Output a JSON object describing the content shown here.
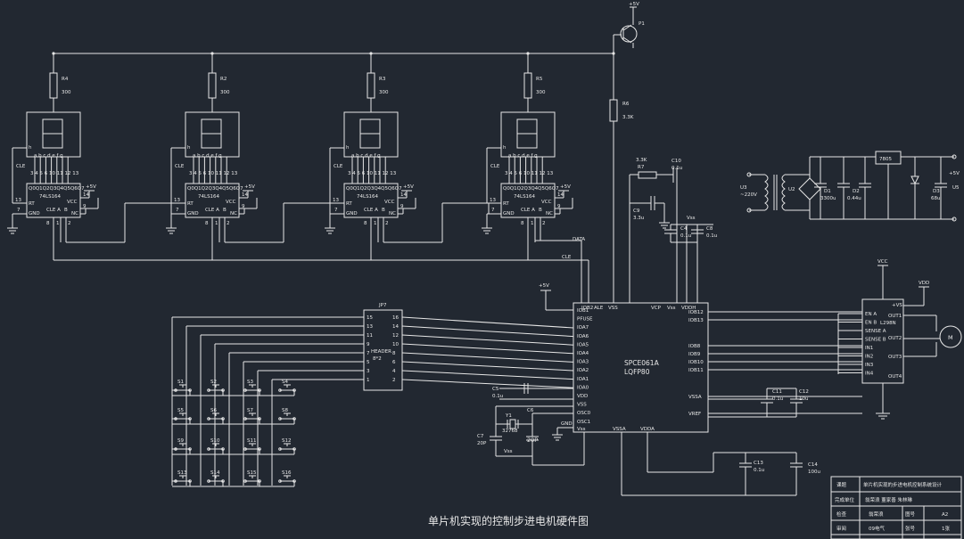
{
  "caption": "单片机实现的控制步进电机硬件图",
  "power": {
    "vcc5": "+5V",
    "vcc": "VCC",
    "vdd": "VDD",
    "gnd": "GND"
  },
  "transistor": "P1",
  "displays": [
    {
      "resistor": "R4",
      "value": "300",
      "chip": "74LS164"
    },
    {
      "resistor": "R2",
      "value": "300",
      "chip": "74LS164"
    },
    {
      "resistor": "R3",
      "value": "300",
      "chip": "74LS164"
    },
    {
      "resistor": "R5",
      "value": "300",
      "chip": "74LS164"
    }
  ],
  "shift_pins": {
    "top": "Q0Q1Q2Q3Q4Q5Q6Q7",
    "nums": "3 4 5 6 10 11 12 13",
    "segs": "a b c d e f g",
    "h": "h",
    "cle_left": "CLE",
    "rt": "RT",
    "gnd": "GND",
    "cle_a": "CLE A",
    "b": "B",
    "vcc": "VCC",
    "nc": "NC",
    "p13": "13",
    "p7": "7",
    "p14": "14",
    "p9": "9",
    "p8": "8",
    "p1": "1",
    "p2": "2"
  },
  "r6": {
    "name": "R6",
    "value": "3.3K"
  },
  "rc": {
    "r7": "R7",
    "r7v": "3.3K",
    "c10": "C10",
    "c10v": "0.1u",
    "c9": "C9",
    "c9v": "3.3u",
    "c4": "C4",
    "c4v": "0.1u",
    "c8": "C8",
    "c8v": "0.1u",
    "vss": "Vss"
  },
  "signals": {
    "data": "DATA",
    "cle": "CLE"
  },
  "header": {
    "name": "JP7",
    "label": "HEADER",
    "label2": "8*2",
    "left_pins": [
      "15",
      "13",
      "11",
      "9",
      "7",
      "5",
      "3",
      "1"
    ],
    "right_pins": [
      "16",
      "14",
      "12",
      "10",
      "8",
      "6",
      "4",
      "2"
    ]
  },
  "switches": [
    [
      "S1",
      "S2",
      "S3",
      "S4"
    ],
    [
      "S5",
      "S6",
      "S7",
      "S8"
    ],
    [
      "S9",
      "S10",
      "S11",
      "S12"
    ],
    [
      "S13",
      "S14",
      "S15",
      "S16"
    ]
  ],
  "mcu": {
    "name": "SPCE061A",
    "package": "LQFP80",
    "left_pins": [
      "IOB1",
      "PFUSE",
      "IOA7",
      "IOA6",
      "IOA5",
      "IOA4",
      "IOA3",
      "IOA2",
      "IOA1",
      "IOA0",
      "VDD",
      "VSS",
      "OSC0",
      "OSC1"
    ],
    "top_pins": [
      "IOB2",
      "ALE",
      "VSS",
      "VCP",
      "Vss",
      "VDDH"
    ],
    "right_pins": [
      "IOB12",
      "IOB13",
      "IOB8",
      "IOB9",
      "IOB10",
      "IOB11",
      "VSSA",
      "VREF"
    ],
    "bottom_pins": [
      "Vss",
      "VSSA",
      "VDDA"
    ]
  },
  "crystal": {
    "name": "Y1",
    "value": "32768",
    "c6": "C6",
    "c6v": "20P",
    "c7": "C7",
    "c7v": "20P",
    "c5": "C5",
    "c5v": "0.1u"
  },
  "caps_right": {
    "c11": "C11",
    "c11v": "0.1u",
    "c12": "C12",
    "c12v": "10u",
    "c13": "C13",
    "c13v": "0.1u",
    "c14": "C14",
    "c14v": "100u"
  },
  "psu": {
    "u3": "U3",
    "u3v": "~220V",
    "u2": "U2",
    "d1": "D1",
    "d1v": "3300u",
    "d2": "D2",
    "d2v": "0.44u",
    "reg": "7805",
    "d3": "D3",
    "d3v": "68u",
    "out": "+5V",
    "u5": "U5"
  },
  "driver": {
    "name": "L298N",
    "pins_left": [
      "EN A",
      "EN B",
      "SENSE A",
      "SENSE B",
      "IN1",
      "IN2",
      "IN3",
      "IN4"
    ],
    "vs": "+VS",
    "out_pins": [
      "OUT1",
      "OUT2",
      "OUT3",
      "OUT4"
    ],
    "motor": "M"
  },
  "title_block": {
    "rows": [
      [
        "课题",
        "单片机实现的步进电机控制系统设计"
      ],
      [
        "完成单位",
        "翁荣浪  董家善  朱林琳"
      ],
      [
        "检查",
        "翁荣浪",
        "图号",
        "A2"
      ],
      [
        "审阅",
        "09电气",
        "张号",
        "1张"
      ]
    ]
  },
  "colors": {
    "background": "#222831",
    "line": "#e6e6e6"
  }
}
